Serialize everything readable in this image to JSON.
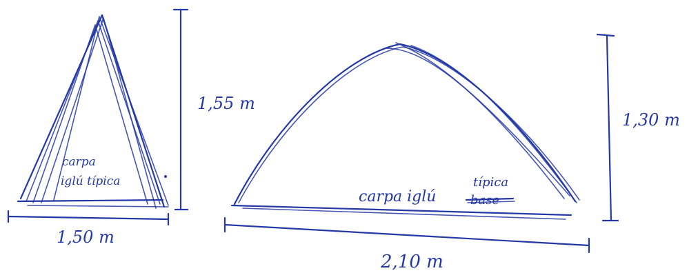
{
  "left_tent": {
    "height_label": "1,55 m",
    "width_label": "1,50 m",
    "name_line1": "carpa",
    "name_line2": "iglú típica"
  },
  "right_tent": {
    "height_label": "1,30 m",
    "width_label": "2,10 m",
    "name_main": "carpa iglú",
    "name_insert": "típica",
    "name_struck": "base"
  },
  "colors": {
    "ink": "#2438a6",
    "paper": "#ffffff"
  }
}
